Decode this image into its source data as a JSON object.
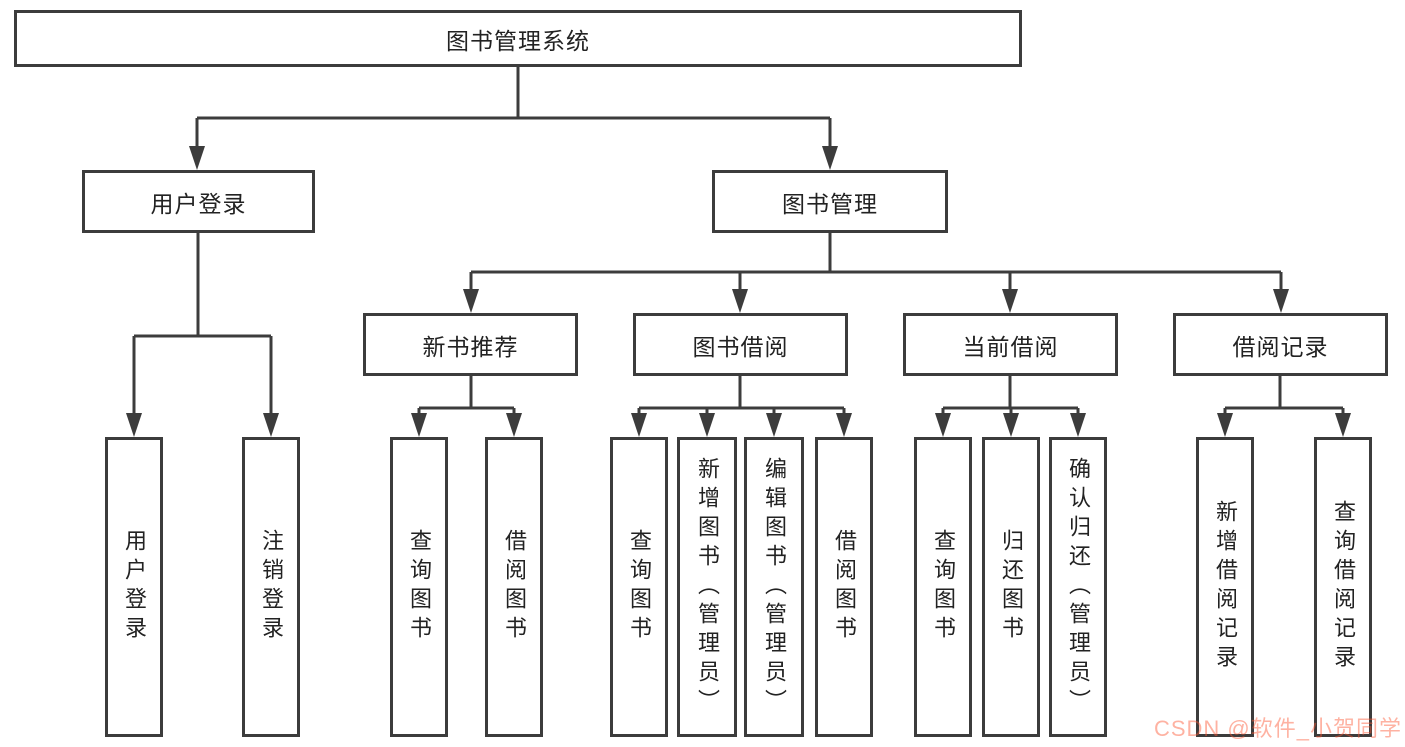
{
  "diagram": {
    "root": {
      "label": "图书管理系统"
    },
    "branches": {
      "user_login": {
        "label": "用户登录",
        "children": [
          "用户登录",
          "注销登录"
        ]
      },
      "book_management": {
        "label": "图书管理",
        "modules": [
          {
            "label": "新书推荐",
            "children": [
              "查询图书",
              "借阅图书"
            ]
          },
          {
            "label": "图书借阅",
            "children": [
              "查询图书",
              "新增图书（管理员）",
              "编辑图书（管理员）",
              "借阅图书"
            ]
          },
          {
            "label": "当前借阅",
            "children": [
              "查询图书",
              "归还图书",
              "确认归还（管理员）"
            ]
          },
          {
            "label": "借阅记录",
            "children": [
              "新增借阅记录",
              "查询借阅记录"
            ]
          }
        ]
      }
    }
  },
  "watermark": {
    "text": "CSDN @软件_小贺同学",
    "color": "#fc5531"
  },
  "colors": {
    "line": "#3c3c3c",
    "box_border": "#3c3c3c",
    "text": "#222222",
    "background": "#ffffff"
  }
}
